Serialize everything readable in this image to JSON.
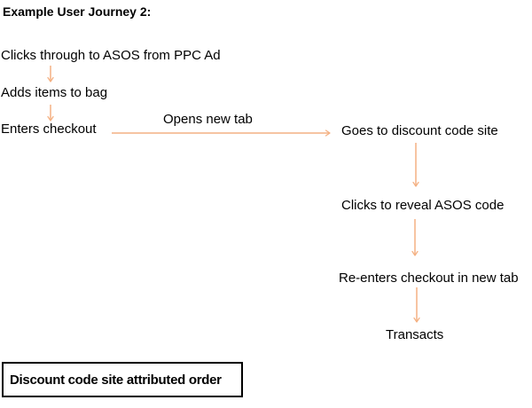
{
  "title": "Example User Journey 2:",
  "flow": {
    "steps": [
      {
        "label": "Clicks through to ASOS from PPC Ad"
      },
      {
        "label": "Adds items to bag"
      },
      {
        "label": "Enters checkout"
      },
      {
        "label": "Goes to discount code site"
      },
      {
        "label": "Clicks to reveal ASOS code"
      },
      {
        "label": "Re-enters checkout in new tab"
      },
      {
        "label": "Transacts"
      }
    ],
    "connector_label": "Opens new tab"
  },
  "outcome_box": {
    "label": "Discount code site attributed order"
  },
  "colors": {
    "arrow": "#F4B183",
    "text": "#000000",
    "box_border": "#000000",
    "background": "#FFFFFF"
  }
}
